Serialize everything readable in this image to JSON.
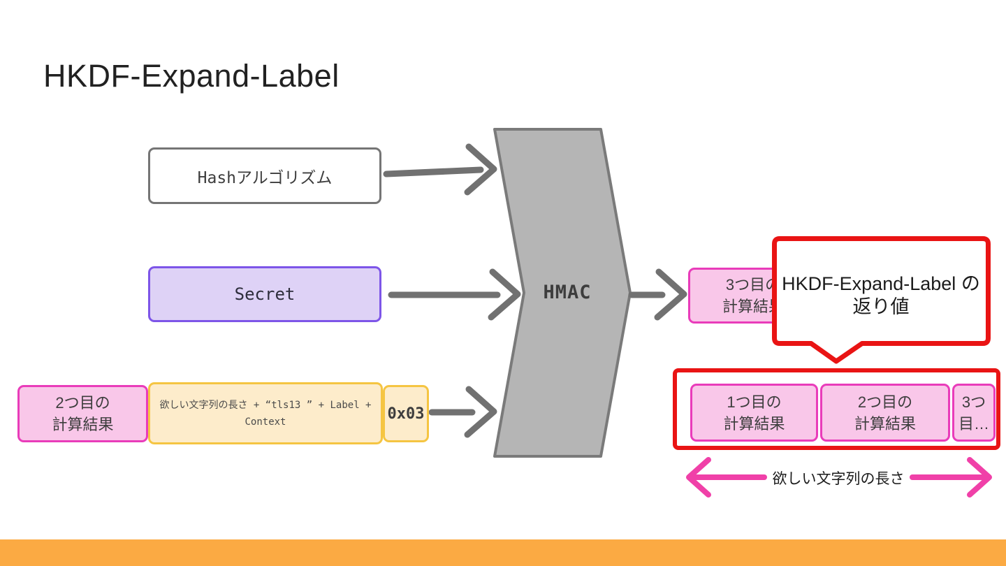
{
  "slide": {
    "title": "HKDF-Expand-Label"
  },
  "colors": {
    "accent_red": "#e91414",
    "pink_border": "#e93cba",
    "pink_fill": "#f9c7e9",
    "purple_border": "#7d55e8",
    "purple_fill": "#ded2f6",
    "yellow_border": "#f5c542",
    "yellow_fill": "#fdeccb",
    "arrow_gray": "#717171",
    "hmac_fill": "#b5b5b5",
    "pink_arrow": "#f040a8",
    "footer_orange": "#fbaa43"
  },
  "diagram": {
    "hash_box": "Hashアルゴリズム",
    "secret_box": "Secret",
    "prev_result_box": {
      "line1": "2つ目の",
      "line2": "計算結果"
    },
    "info_box": {
      "line1": "欲しい文字列の長さ + “tls13 ” + Label +",
      "line2": "Context"
    },
    "hex_box": "0x03",
    "hmac": "HMAC",
    "third_result_box": {
      "line1": "3つ目の",
      "line2": "計算結果"
    },
    "callout": {
      "line1": "HKDF-Expand-Label",
      "line2": "の返り値"
    },
    "outputs": [
      {
        "line1": "1つ目の",
        "line2": "計算結果"
      },
      {
        "line1": "2つ目の",
        "line2": "計算結果"
      },
      {
        "line1": "3つ",
        "line2": "目…"
      }
    ],
    "length_caption": "欲しい文字列の長さ"
  }
}
